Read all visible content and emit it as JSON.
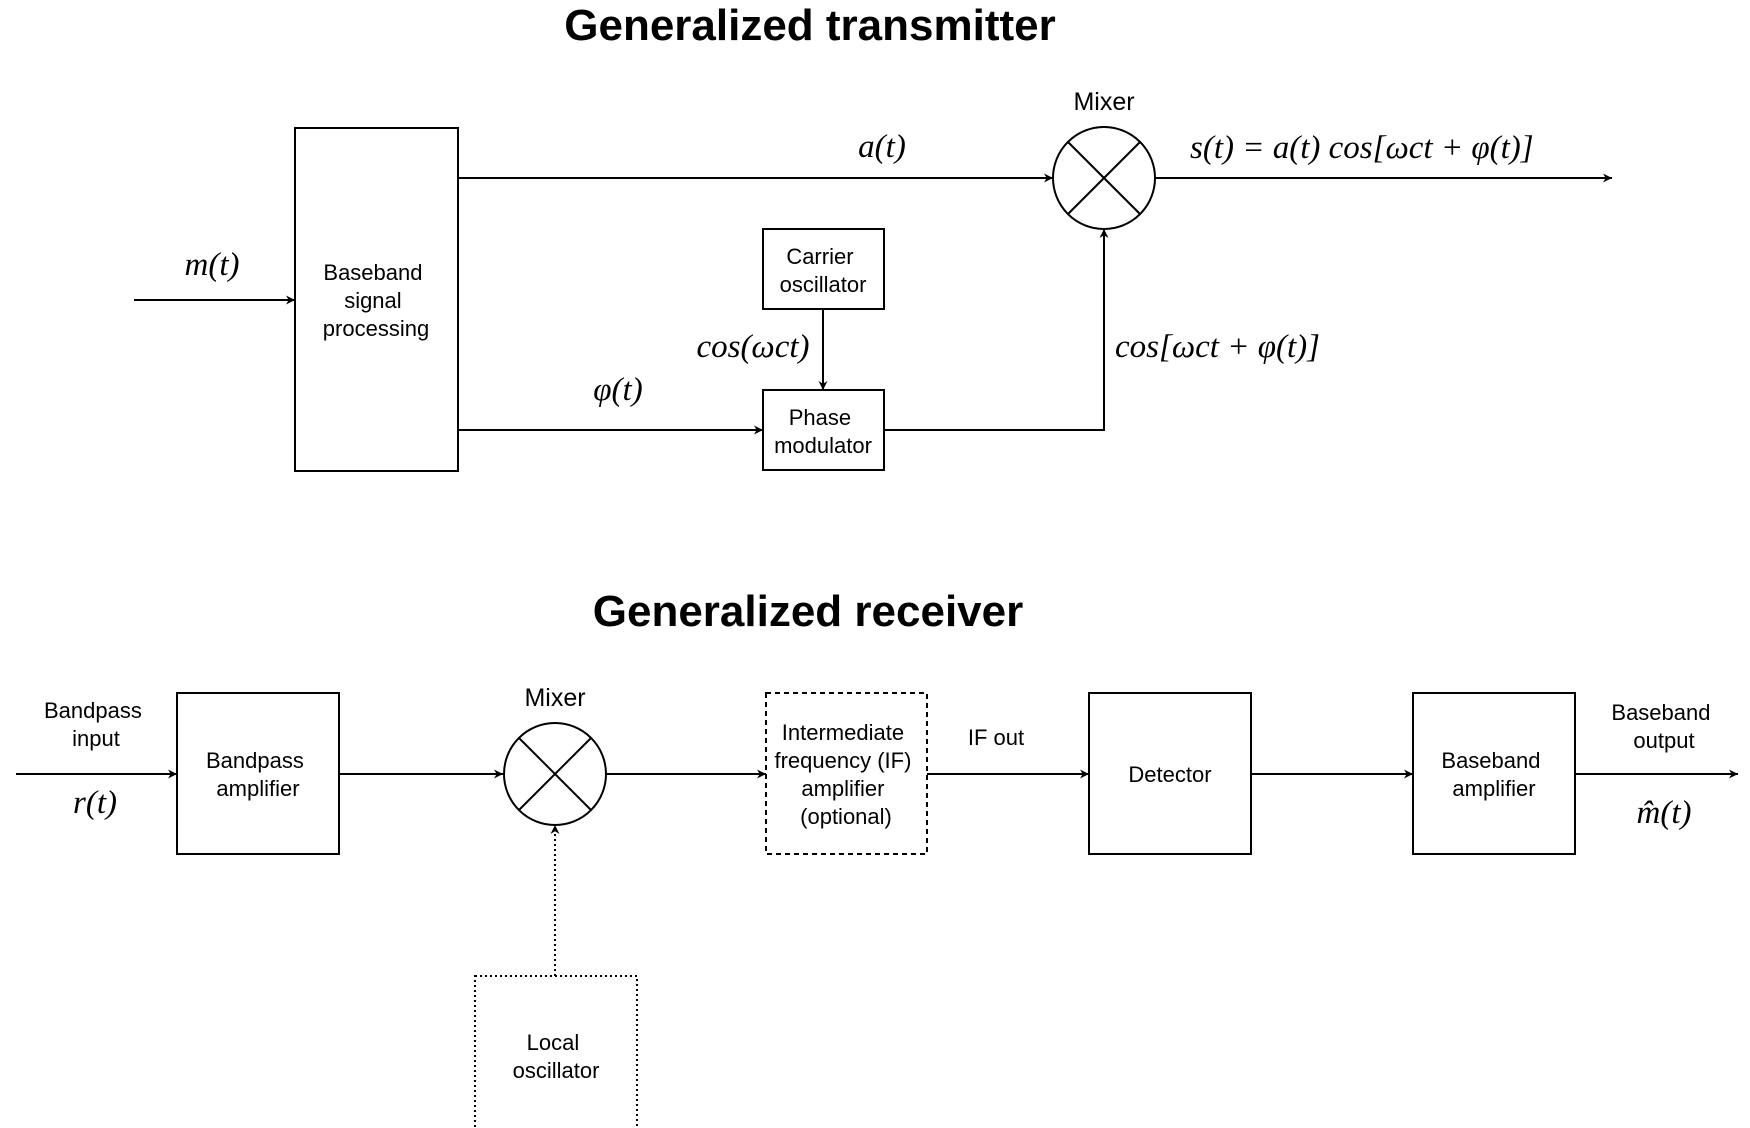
{
  "transmitter": {
    "title": "Generalized transmitter",
    "blocks": {
      "baseband": [
        "Baseband",
        "signal",
        "processing"
      ],
      "carrier": [
        "Carrier",
        "oscillator"
      ],
      "phase_mod": [
        "Phase",
        "modulator"
      ]
    },
    "mixer_label": "Mixer",
    "labels": {
      "m": "m(t)",
      "a": "a(t)",
      "phi": "φ(t)",
      "cos_wc": "cos(ωct)",
      "cos_sum": "cos[ωct + φ(t)]",
      "s": "s(t) = a(t) cos[ωct + φ(t)]"
    }
  },
  "receiver": {
    "title": "Generalized receiver",
    "input_label": [
      "Bandpass",
      "input"
    ],
    "r": "r(t)",
    "blocks": {
      "bp_amp": [
        "Bandpass",
        "amplifier"
      ],
      "if_amp": [
        "Intermediate",
        "frequency (IF)",
        "amplifier",
        "(optional)"
      ],
      "detector": [
        "Detector"
      ],
      "bb_amp": [
        "Baseband",
        "amplifier"
      ],
      "local_osc": [
        "Local",
        "oscillator"
      ]
    },
    "mixer_label": "Mixer",
    "if_out": "IF out",
    "output_label": [
      "Baseband",
      "output"
    ],
    "m_hat": "m̂(t)"
  }
}
